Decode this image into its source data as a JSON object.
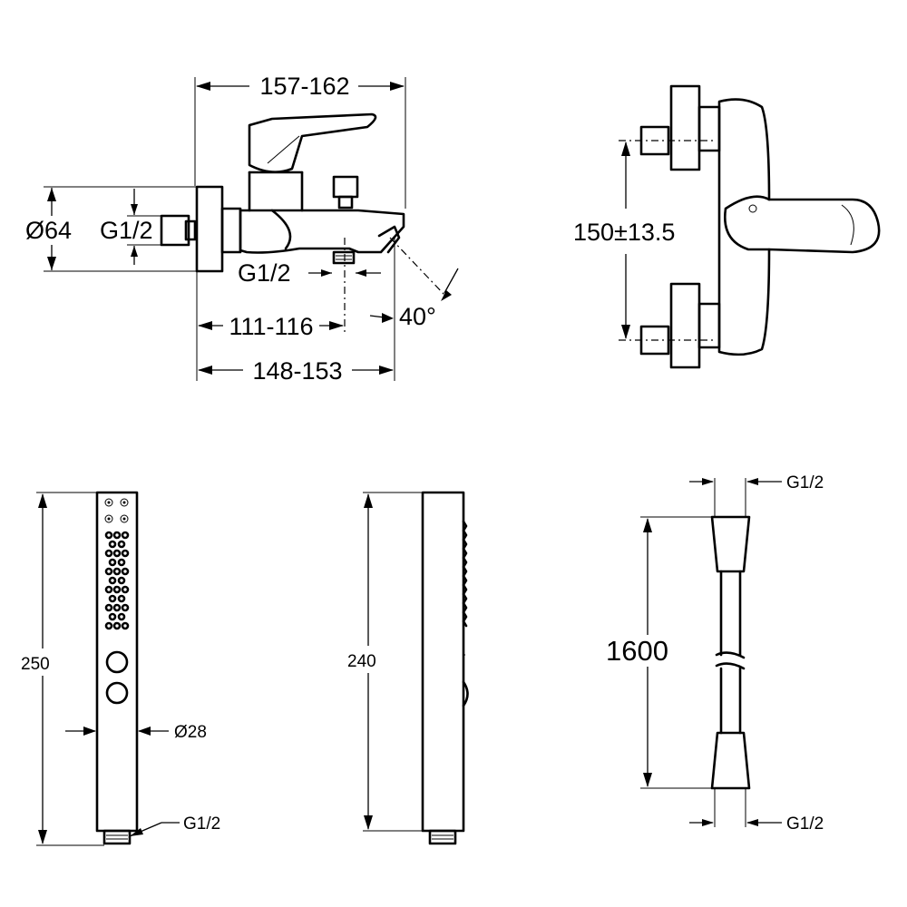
{
  "front_view": {
    "width_total": "157-162",
    "inlet_diameter": "Ø64",
    "inlet_thread": "G1/2",
    "outlet_thread": "G1/2",
    "outlet_offset": "111-116",
    "spout_depth": "148-153",
    "spout_angle": "40°"
  },
  "top_view": {
    "centers": "150±13.5"
  },
  "handshower_front": {
    "length": "250",
    "diameter": "Ø28",
    "thread": "G1/2"
  },
  "handshower_side": {
    "length": "240"
  },
  "hose": {
    "thread_top": "G1/2",
    "length": "1600",
    "thread_bottom": "G1/2"
  }
}
